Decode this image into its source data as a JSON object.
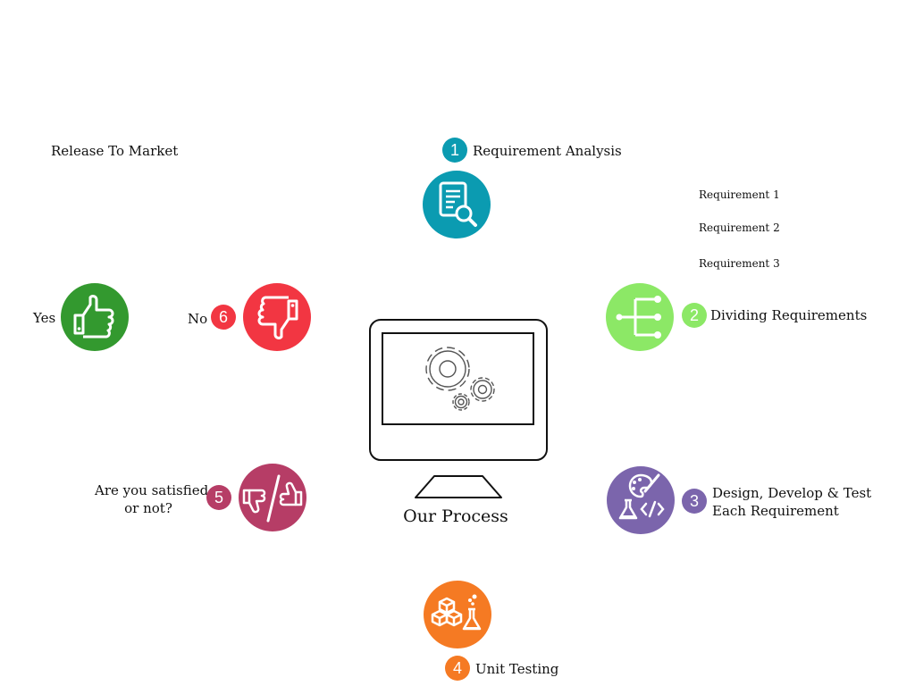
{
  "diagram": {
    "center_label": "Our Process",
    "steps": [
      {
        "number": "1",
        "label": "Requirement Analysis",
        "color": "#0b9bb1",
        "icon": "document-search-icon"
      },
      {
        "number": "2",
        "label": "Dividing Requirements",
        "color": "#8ce866",
        "icon": "tree-branch-icon",
        "sub_items": [
          "Requirement 1",
          "Requirement 2",
          "Requirement 3"
        ]
      },
      {
        "number": "3",
        "label_line1": "Design, Develop & Test",
        "label_line2": "Each Requirement",
        "color": "#7b65ac",
        "icon": "design-code-icon"
      },
      {
        "number": "4",
        "label": "Unit Testing",
        "color": "#f57a23",
        "icon": "cubes-flask-icon"
      },
      {
        "number": "5",
        "label_line1": "Are you satisfied",
        "label_line2": "or not?",
        "color": "#b63d66",
        "icon": "thumbs-up-down-icon"
      },
      {
        "number": "6",
        "label": "No",
        "color": "#f23642",
        "icon": "thumbs-down-icon"
      }
    ],
    "yes": {
      "label": "Yes",
      "color": "#33992f",
      "icon": "thumbs-up-icon"
    },
    "release": {
      "label": "Release To Market"
    }
  }
}
